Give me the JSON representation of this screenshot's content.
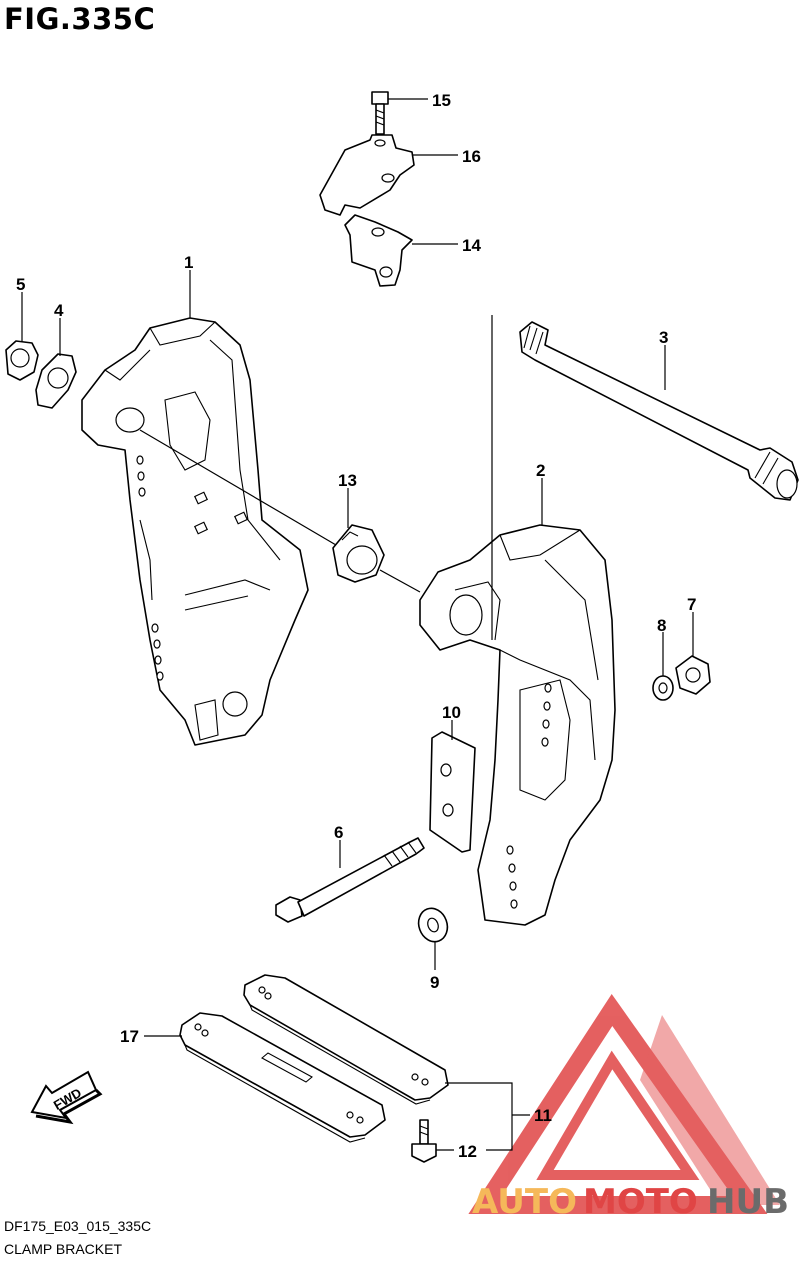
{
  "figure": {
    "title": "FIG.335C",
    "code": "DF175_E03_015_335C",
    "name": "CLAMP BRACKET"
  },
  "direction_label": "FWD",
  "watermark": {
    "auto": "AUTO",
    "moto": "MOTO",
    "hub": "HUB"
  },
  "callouts": [
    "1",
    "2",
    "3",
    "4",
    "5",
    "6",
    "7",
    "8",
    "9",
    "10",
    "11",
    "12",
    "13",
    "14",
    "15",
    "16",
    "17"
  ],
  "colors": {
    "line": "#000000",
    "watermark_red": "#e04545",
    "watermark_orange": "#f5b85a",
    "watermark_gray": "#6b6b6b"
  }
}
